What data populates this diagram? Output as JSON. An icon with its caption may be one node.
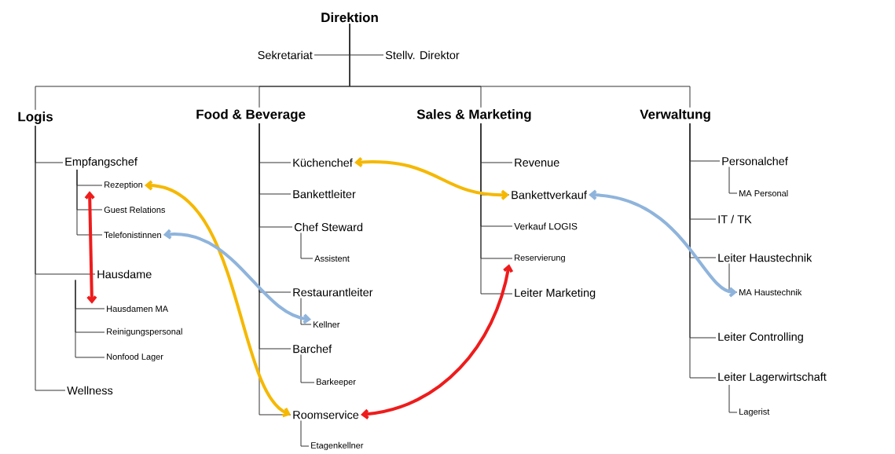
{
  "diagram": {
    "nodes": [
      {
        "text": [
          "Direktion"
        ]
      },
      {
        "text": [
          "Sekretariat"
        ]
      },
      {
        "text": [
          "Stellv. Direktor"
        ]
      },
      {
        "text": [
          "Logis"
        ]
      },
      {
        "text": [
          "Food & Beverage"
        ]
      },
      {
        "text": [
          "Sales & Marketing"
        ]
      },
      {
        "text": [
          "Verwaltung"
        ]
      },
      {
        "text": [
          "Empfangschef"
        ]
      },
      {
        "text": [
          "Rezeption"
        ]
      },
      {
        "text": [
          "Guest Relations"
        ]
      },
      {
        "text": [
          "Telefonistinnen"
        ]
      },
      {
        "text": [
          "Hausdame"
        ]
      },
      {
        "text": [
          "Hausdamen MA"
        ]
      },
      {
        "text": [
          "Reinigungspersonal"
        ]
      },
      {
        "text": [
          "Nonfood Lager"
        ]
      },
      {
        "text": [
          "Wellness"
        ]
      },
      {
        "text": [
          "Küchenchef"
        ]
      },
      {
        "text": [
          "Bankettleiter"
        ]
      },
      {
        "text": [
          "Chef Steward"
        ]
      },
      {
        "text": [
          "Assistent"
        ]
      },
      {
        "text": [
          "Restaurantleiter"
        ]
      },
      {
        "text": [
          "Kellner"
        ]
      },
      {
        "text": [
          "Barchef"
        ]
      },
      {
        "text": [
          "Barkeeper"
        ]
      },
      {
        "text": [
          "Roomservice"
        ]
      },
      {
        "text": [
          "Etagenkellner"
        ]
      },
      {
        "text": [
          "Revenue"
        ]
      },
      {
        "text": [
          "Bankettverkauf"
        ]
      },
      {
        "text": [
          "Verkauf LOGIS"
        ]
      },
      {
        "text": [
          "Reservierung"
        ]
      },
      {
        "text": [
          "Leiter Marketing"
        ]
      },
      {
        "text": [
          "Personalchef"
        ]
      },
      {
        "text": [
          "MA Personal"
        ]
      },
      {
        "text": [
          "IT / TK"
        ]
      },
      {
        "text": [
          "Leiter Haustechnik"
        ]
      },
      {
        "text": [
          "MA Haustechnik"
        ]
      },
      {
        "text": [
          "Leiter Controlling"
        ]
      },
      {
        "text": [
          "Leiter Lagerwirtschaft"
        ]
      },
      {
        "text": [
          "Lagerist"
        ]
      }
    ],
    "edges": [
      {
        "from": 0,
        "to": 1,
        "arrow": "none"
      },
      {
        "from": 0,
        "to": 2,
        "arrow": "none"
      },
      {
        "from": 0,
        "to": 3,
        "arrow": "none"
      },
      {
        "from": 0,
        "to": 4,
        "arrow": "none"
      },
      {
        "from": 0,
        "to": 5,
        "arrow": "none"
      },
      {
        "from": 0,
        "to": 6,
        "arrow": "none"
      },
      {
        "from": 3,
        "to": 7,
        "arrow": "none"
      },
      {
        "from": 3,
        "to": 11,
        "arrow": "none"
      },
      {
        "from": 3,
        "to": 15,
        "arrow": "none"
      },
      {
        "from": 7,
        "to": 8,
        "arrow": "none"
      },
      {
        "from": 7,
        "to": 9,
        "arrow": "none"
      },
      {
        "from": 7,
        "to": 10,
        "arrow": "none"
      },
      {
        "from": 11,
        "to": 12,
        "arrow": "none"
      },
      {
        "from": 11,
        "to": 13,
        "arrow": "none"
      },
      {
        "from": 11,
        "to": 14,
        "arrow": "none"
      },
      {
        "from": 4,
        "to": 16,
        "arrow": "none"
      },
      {
        "from": 4,
        "to": 17,
        "arrow": "none"
      },
      {
        "from": 4,
        "to": 18,
        "arrow": "none"
      },
      {
        "from": 4,
        "to": 20,
        "arrow": "none"
      },
      {
        "from": 4,
        "to": 22,
        "arrow": "none"
      },
      {
        "from": 4,
        "to": 24,
        "arrow": "none"
      },
      {
        "from": 18,
        "to": 19,
        "arrow": "none"
      },
      {
        "from": 20,
        "to": 21,
        "arrow": "none"
      },
      {
        "from": 22,
        "to": 23,
        "arrow": "none"
      },
      {
        "from": 24,
        "to": 25,
        "arrow": "none"
      },
      {
        "from": 5,
        "to": 26,
        "arrow": "none"
      },
      {
        "from": 5,
        "to": 27,
        "arrow": "none"
      },
      {
        "from": 5,
        "to": 28,
        "arrow": "none"
      },
      {
        "from": 5,
        "to": 29,
        "arrow": "none"
      },
      {
        "from": 5,
        "to": 30,
        "arrow": "none"
      },
      {
        "from": 6,
        "to": 31,
        "arrow": "none"
      },
      {
        "from": 6,
        "to": 33,
        "arrow": "none"
      },
      {
        "from": 6,
        "to": 34,
        "arrow": "none"
      },
      {
        "from": 6,
        "to": 36,
        "arrow": "none"
      },
      {
        "from": 6,
        "to": 37,
        "arrow": "none"
      },
      {
        "from": 31,
        "to": 32,
        "arrow": "none"
      },
      {
        "from": 34,
        "to": 35,
        "arrow": "none"
      },
      {
        "from": 37,
        "to": 38,
        "arrow": "none"
      },
      {
        "from": 8,
        "to": 12,
        "arrow": "both",
        "style": "thick",
        "color": "#ee1c1c"
      },
      {
        "from": 8,
        "to": 24,
        "arrow": "both",
        "style": "thick",
        "color": "#f5b800"
      },
      {
        "from": 10,
        "to": 21,
        "arrow": "both",
        "style": "thick",
        "color": "#8fb4dc"
      },
      {
        "from": 16,
        "to": 27,
        "arrow": "both",
        "style": "thick",
        "color": "#f5b800"
      },
      {
        "from": 27,
        "to": 35,
        "arrow": "both",
        "style": "thick",
        "color": "#8fb4dc"
      },
      {
        "from": 29,
        "to": 24,
        "arrow": "both",
        "style": "thick",
        "color": "#ee1c1c"
      }
    ]
  }
}
